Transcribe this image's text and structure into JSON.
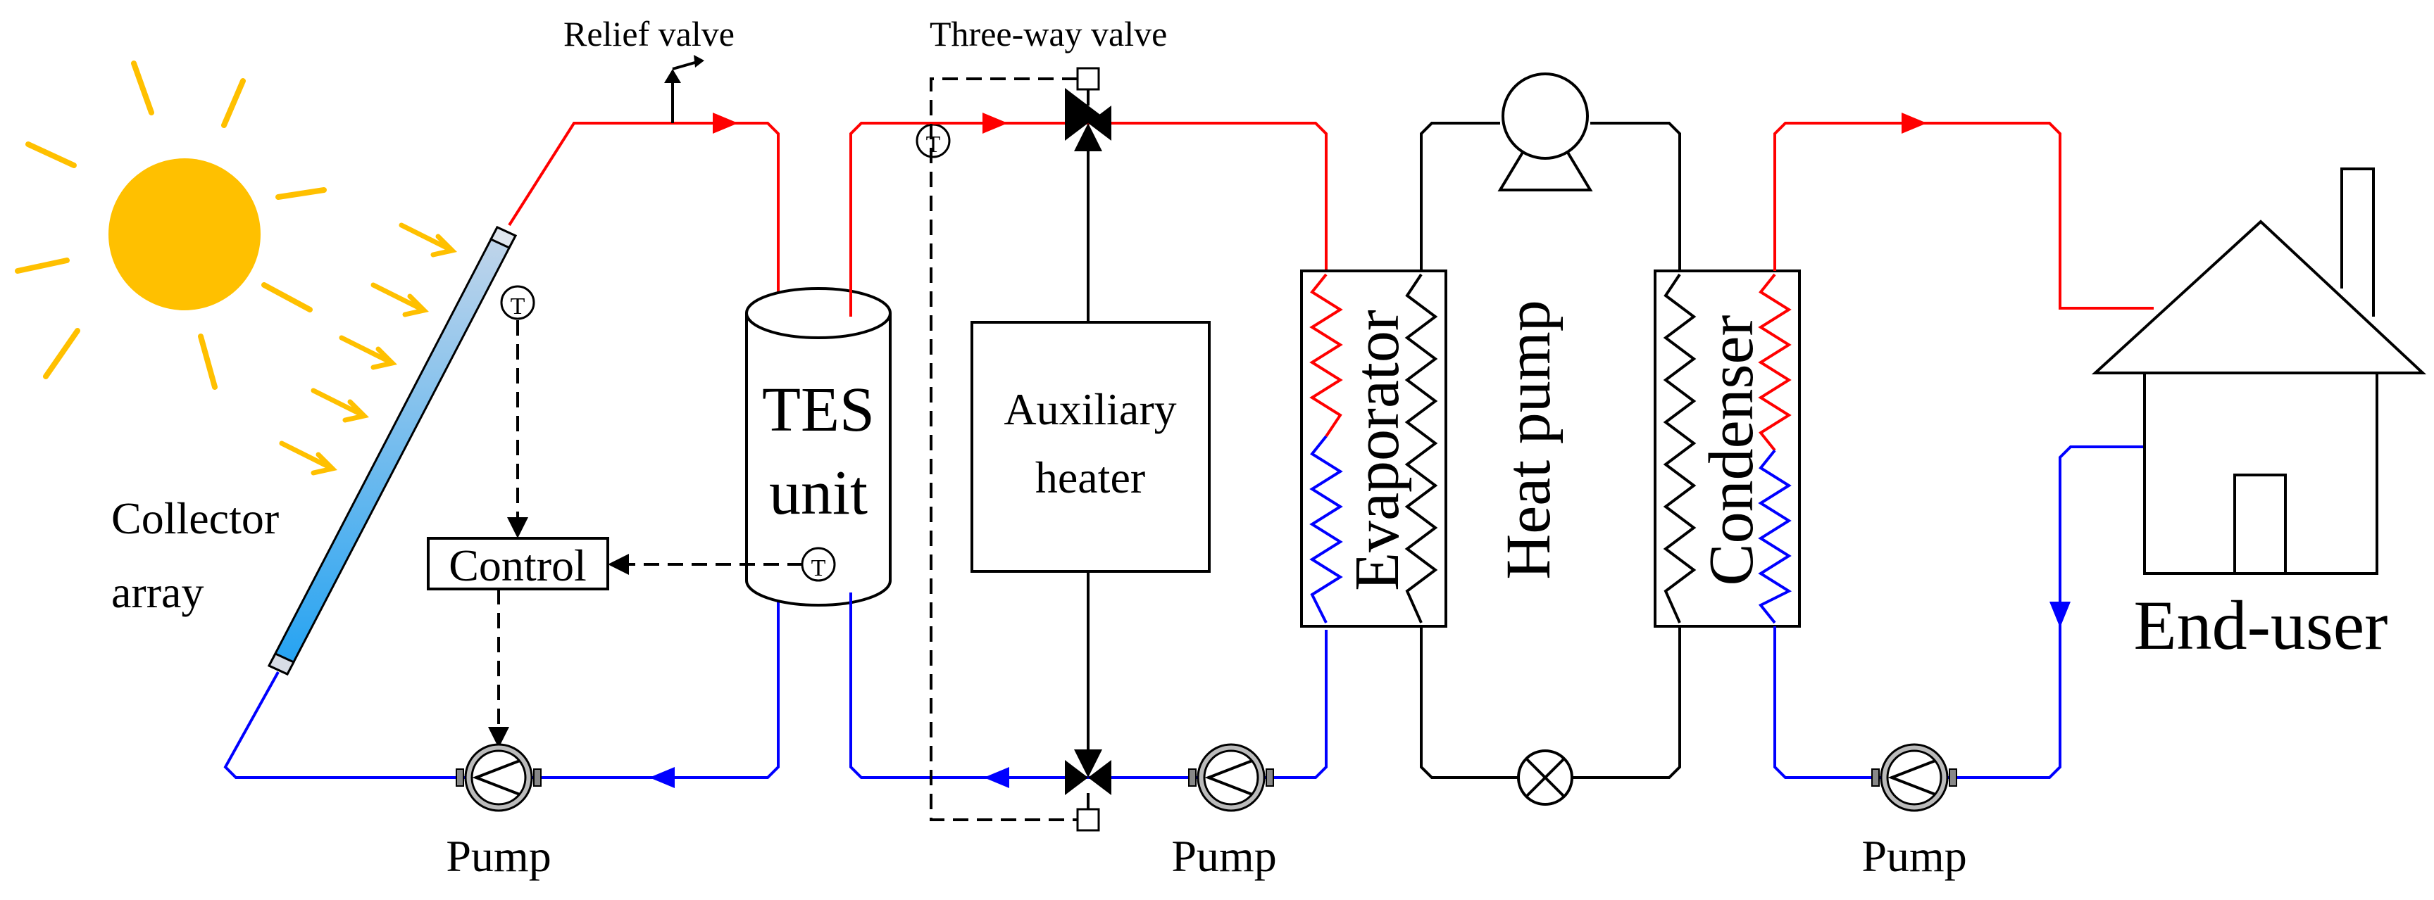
{
  "labels": {
    "relief_valve": "Relief valve",
    "three_way_valve": "Three-way valve",
    "tes_line1": "TES",
    "tes_line2": "unit",
    "aux_line1": "Auxiliary",
    "aux_line2": "heater",
    "evaporator": "Evaporator",
    "heat_pump": "Heat pump",
    "condenser": "Condenser",
    "end_user": "End-user",
    "collector_line1": "Collector",
    "collector_line2": "array",
    "control": "Control",
    "pump_1": "Pump",
    "pump_2": "Pump",
    "pump_3": "Pump",
    "temp_sensor": "T"
  },
  "colors": {
    "hot": "#ff0000",
    "cold": "#0000ff",
    "refrigerant": "#000000",
    "sun": "#ffc000",
    "collector_light": "#c0d4e8",
    "collector_dark": "#29a6f0"
  },
  "icons": [
    "sun-icon",
    "collector-panel-icon",
    "pump-icon",
    "three-way-valve-icon",
    "relief-valve-icon",
    "compressor-icon",
    "expansion-valve-icon",
    "house-icon",
    "temperature-sensor-icon",
    "flow-arrow-icon"
  ]
}
